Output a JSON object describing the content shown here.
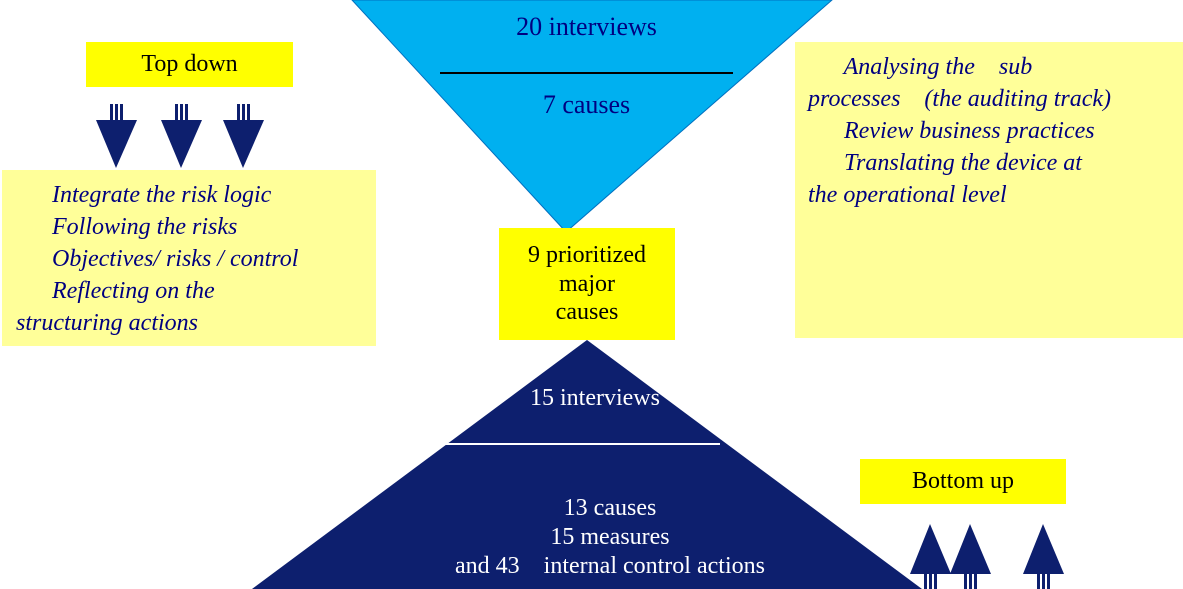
{
  "top_funnel": {
    "title": "20 interviews",
    "result": "7 causes"
  },
  "center_box": {
    "lines": [
      "9 prioritized",
      "major",
      "causes"
    ]
  },
  "bottom_pyramid": {
    "title": "15 interviews",
    "lines": [
      "13 causes",
      "15 measures",
      "and 43    internal control actions"
    ]
  },
  "top_down": {
    "label": "Top down",
    "items": [
      "      Integrate the risk logic",
      "      Following the risks",
      "      Objectives/ risks / control",
      "      Reflecting on the",
      "structuring actions"
    ]
  },
  "bottom_up": {
    "label": "Bottom up",
    "items": [
      "      Analysing the    sub",
      "processes    (the auditing track)",
      "      Review business practices",
      "      Translating the device at",
      "the operational level"
    ]
  },
  "colors": {
    "funnel_fill": "#00b0f0",
    "pyramid_fill": "#0d1f6e",
    "yellow": "#ffff00",
    "note_fill": "#ffff99",
    "navy_text": "#000080"
  },
  "icons": {
    "down_arrows": "double-shaft-down-arrow-icon",
    "up_arrows": "double-shaft-up-arrow-icon"
  }
}
